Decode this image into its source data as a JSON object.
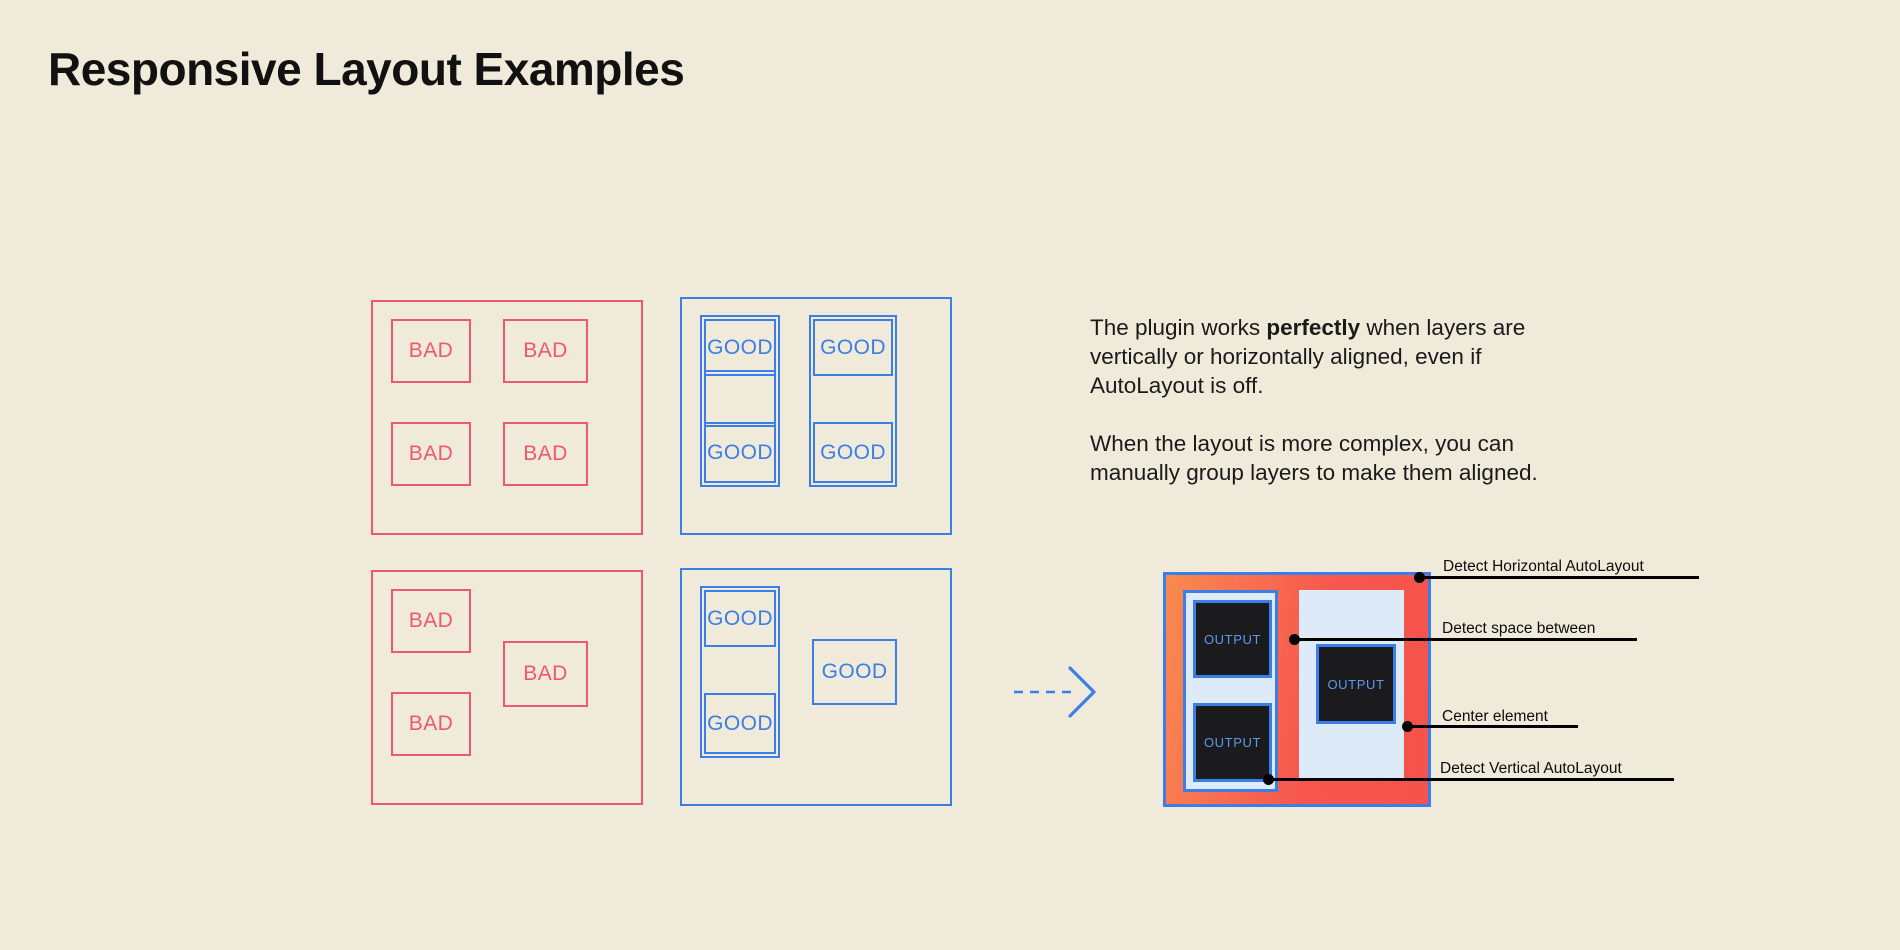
{
  "page": {
    "title": "Responsive Layout Examples",
    "background_color": "#F0EADA"
  },
  "colors": {
    "bad": "#F0586C",
    "good": "#3B7EE8",
    "frame_orange": "#F98A4E",
    "frame_red": "#F5524C",
    "panel_light_blue": "#DDEBF9",
    "output_fill": "#1B1B1E",
    "output_text": "#5A9BEE",
    "text": "#1A1A1A"
  },
  "examples": {
    "bad_label": "BAD",
    "good_label": "GOOD",
    "panels": [
      {
        "name": "bad-grid",
        "kind": "bad",
        "boxes": [
          "BAD",
          "BAD",
          "BAD",
          "BAD"
        ]
      },
      {
        "name": "good-grid",
        "kind": "good",
        "groups": 2,
        "boxes": [
          "GOOD",
          "GOOD",
          "GOOD",
          "GOOD"
        ]
      },
      {
        "name": "bad-complex",
        "kind": "bad",
        "boxes": [
          "BAD",
          "BAD",
          "BAD"
        ]
      },
      {
        "name": "good-complex",
        "kind": "good",
        "groups": 1,
        "boxes": [
          "GOOD",
          "GOOD",
          "GOOD"
        ]
      }
    ]
  },
  "copy": {
    "paragraph1_before": "The plugin works ",
    "paragraph1_bold": "perfectly",
    "paragraph1_after": " when layers are vertically or horizontally aligned, even if AutoLayout is off.",
    "paragraph2": "When the layout is more complex, you can manually group layers to make them aligned."
  },
  "arrow": {
    "icon": "dashed-arrow-right-icon",
    "color": "#3B7EE8",
    "style": "dashed"
  },
  "detect_diagram": {
    "output_label": "OUTPUT",
    "outputs": [
      "OUTPUT",
      "OUTPUT",
      "OUTPUT"
    ],
    "annotations": [
      {
        "label": "Detect Horizontal AutoLayout"
      },
      {
        "label": "Detect space between"
      },
      {
        "label": "Center element"
      },
      {
        "label": "Detect Vertical AutoLayout"
      }
    ]
  }
}
